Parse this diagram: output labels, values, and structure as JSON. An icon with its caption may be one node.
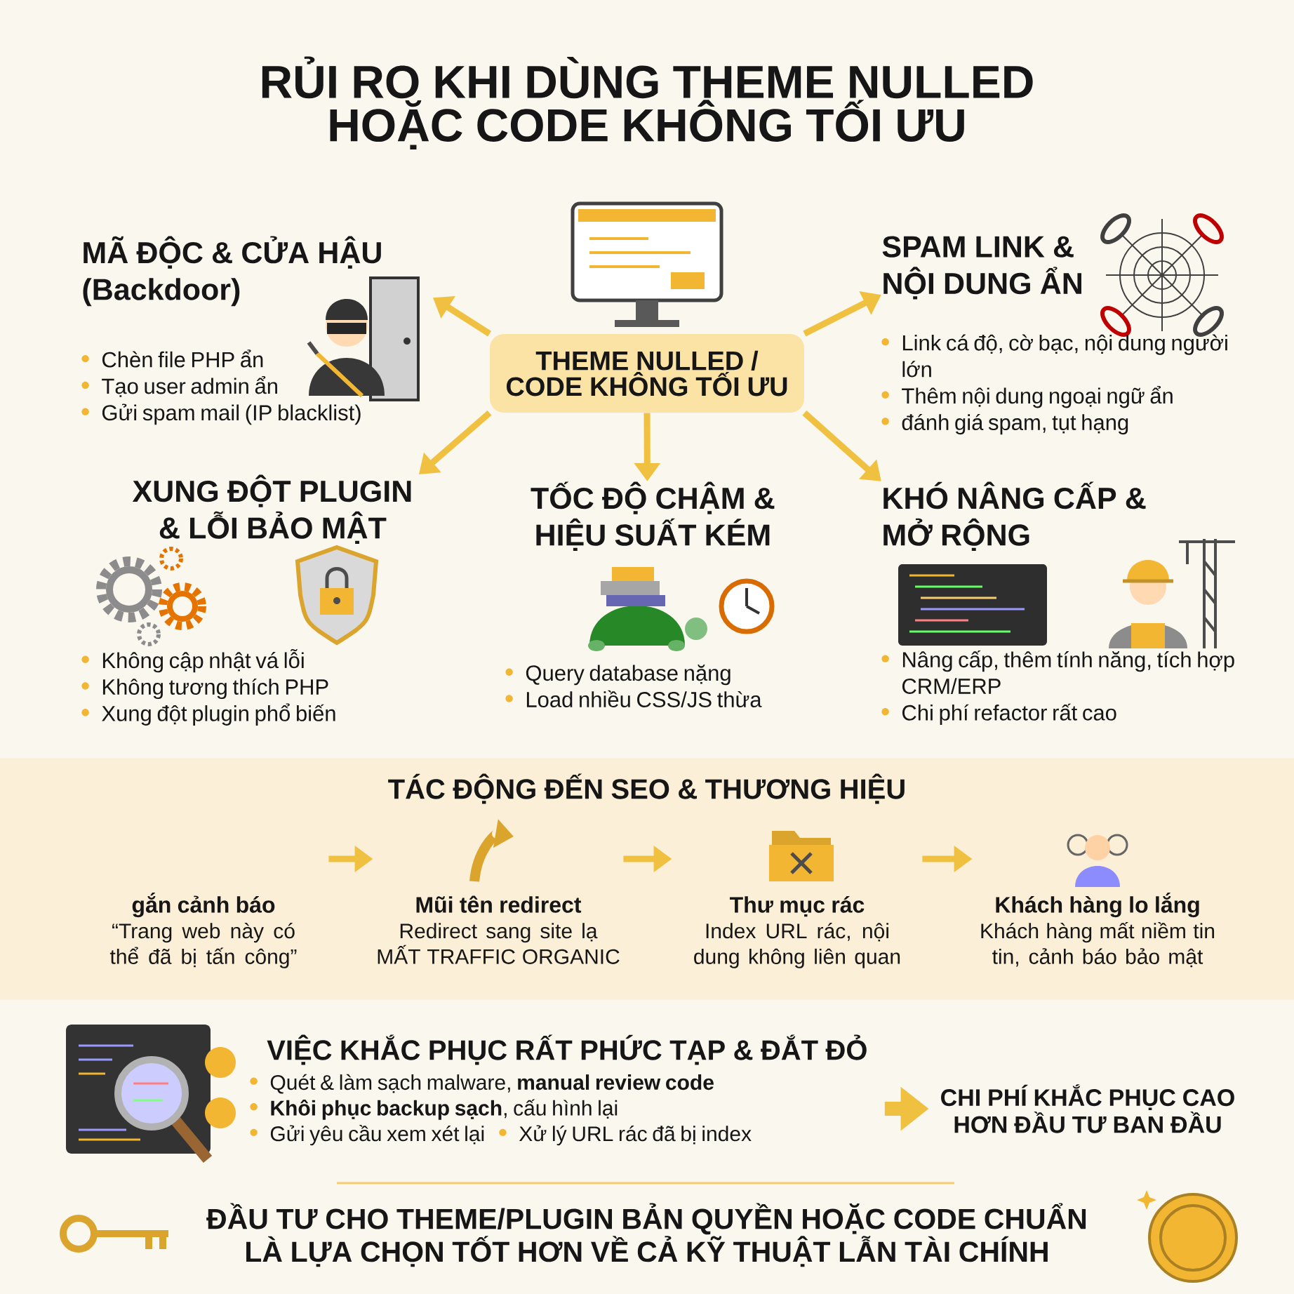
{
  "diagram": {
    "title": "RỦI RO KHI DÙNG THEME NULLED HOẶC CODE KHÔNG TỐI ƯU",
    "nodes": [
      {
        "text": [
          "THEME NULLED / CODE KHÔNG TỐI ƯU"
        ]
      },
      {
        "text": [
          "MÃ ĐỘC & CỬA HẬU (Backdoor)",
          "Chèn file PHP ẩn",
          "Tạo user admin ẩn",
          "Gửi spam mail (IP blacklist)"
        ]
      },
      {
        "text": [
          "SPAM LINK & NỘI DUNG ẨN",
          "Link cá độ, cờ bạc, nội dung người lớn",
          "Thêm nội dung ngoại ngữ ẩn",
          "đánh giá spam, tụt hạng"
        ]
      },
      {
        "text": [
          "XUNG ĐỘT PLUGIN & LỖI BẢO MẬT",
          "Không cập nhật vá lỗi",
          "Không tương thích PHP",
          "Xung đột plugin phổ biến"
        ]
      },
      {
        "text": [
          "TỐC ĐỘ CHẬM & HIỆU SUẤT KÉM",
          "Query database nặng",
          "Load nhiều CSS/JS thừa"
        ]
      },
      {
        "text": [
          "KHÓ NÂNG CẤP & MỞ RỘNG",
          "Nâng cấp, thêm tính năng, tích hợp CRM/ERP",
          "Chi phí refactor rất cao"
        ]
      },
      {
        "text": [
          "TÁC ĐỘNG ĐẾN SEO & THƯƠNG HIỆU"
        ]
      },
      {
        "text": [
          "gắn cảnh báo",
          "“Trang web này có thể đã bị tấn công”"
        ],
        "in": 6
      },
      {
        "text": [
          "Mũi tên redirect",
          "Redirect sang site lạ MẤT TRAFFIC ORGANIC"
        ],
        "in": 6
      },
      {
        "text": [
          "Thư mục rác",
          "Index URL rác, nội dung không liên quan"
        ],
        "in": 6
      },
      {
        "text": [
          "Khách hàng lo lắng",
          "Khách hàng mất niềm tin tin, cảnh báo bảo mật"
        ],
        "in": 6
      },
      {
        "text": [
          "VIỆC KHẮC PHỤC RẤT PHỨC TẠP & ĐẮT ĐỎ",
          "Quét & làm sạch malware, **manual review code**",
          "**Khôi phục backup sạch**, cấu hình lại",
          "Gửi yêu cầu xem xét lại",
          "Xử lý URL rác đã bị index"
        ]
      },
      {
        "text": [
          "CHI PHÍ KHẮC PHỤC CAO HƠN ĐẦU TƯ BAN ĐẦU"
        ]
      }
    ],
    "edges": [
      {
        "from": 0,
        "to": 1,
        "arrow": "to"
      },
      {
        "from": 0,
        "to": 2,
        "arrow": "to"
      },
      {
        "from": 0,
        "to": 3,
        "arrow": "to"
      },
      {
        "from": 0,
        "to": 4,
        "arrow": "to"
      },
      {
        "from": 0,
        "to": 5,
        "arrow": "to"
      },
      {
        "from": 7,
        "to": 8,
        "arrow": "to"
      },
      {
        "from": 8,
        "to": 9,
        "arrow": "to"
      },
      {
        "from": 9,
        "to": 10,
        "arrow": "to"
      },
      {
        "from": 11,
        "to": 12,
        "arrow": "to",
        "style": "thick"
      }
    ],
    "labels": [
      "ĐẦU TƯ CHO THEME/PLUGIN BẢN QUYỀN HOẶC CODE CHUẨN LÀ LỰA CHỌN TỐT HƠN VỀ CẢ KỸ THUẬT LẪN TÀI CHÍNH"
    ]
  }
}
